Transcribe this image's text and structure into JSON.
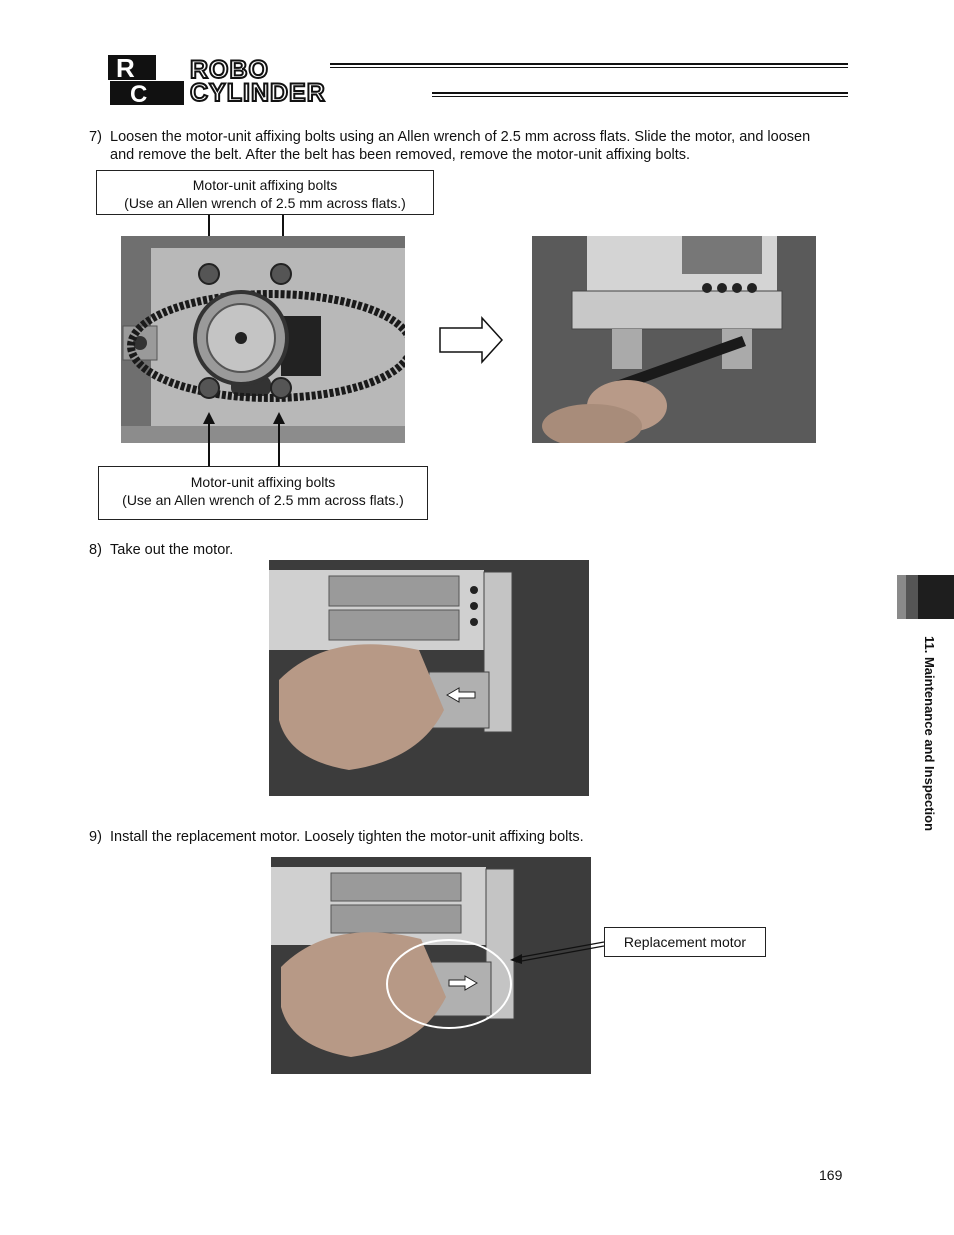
{
  "header": {
    "logo_text_line1": "ROBO",
    "logo_text_line2": "CYLINDER"
  },
  "steps": [
    {
      "number": "7)",
      "text_line1": "Loosen the motor-unit affixing bolts using an Allen wrench of 2.5 mm across flats. Slide the motor, and loosen",
      "text_line2": "and remove the belt. After the belt has been removed, remove the motor-unit affixing bolts."
    },
    {
      "number": "8)",
      "text": "Take out the motor."
    },
    {
      "number": "9)",
      "text": "Install the replacement motor. Loosely tighten the motor-unit affixing bolts."
    }
  ],
  "callouts": {
    "top": {
      "line1": "Motor-unit affixing bolts",
      "line2": "(Use an Allen wrench of 2.5 mm across flats.)"
    },
    "bottom": {
      "line1": "Motor-unit affixing bolts",
      "line2": "(Use an Allen wrench of 2.5 mm across flats.)"
    },
    "replacement": "Replacement motor"
  },
  "sidebar": {
    "section_label": "11. Maintenance and Inspection"
  },
  "footer": {
    "page_number": "169"
  },
  "colors": {
    "tab_dark": "#1e1e1e",
    "tab_gray": "#8a8a8a",
    "photo_bg": "#5e5e5e"
  }
}
